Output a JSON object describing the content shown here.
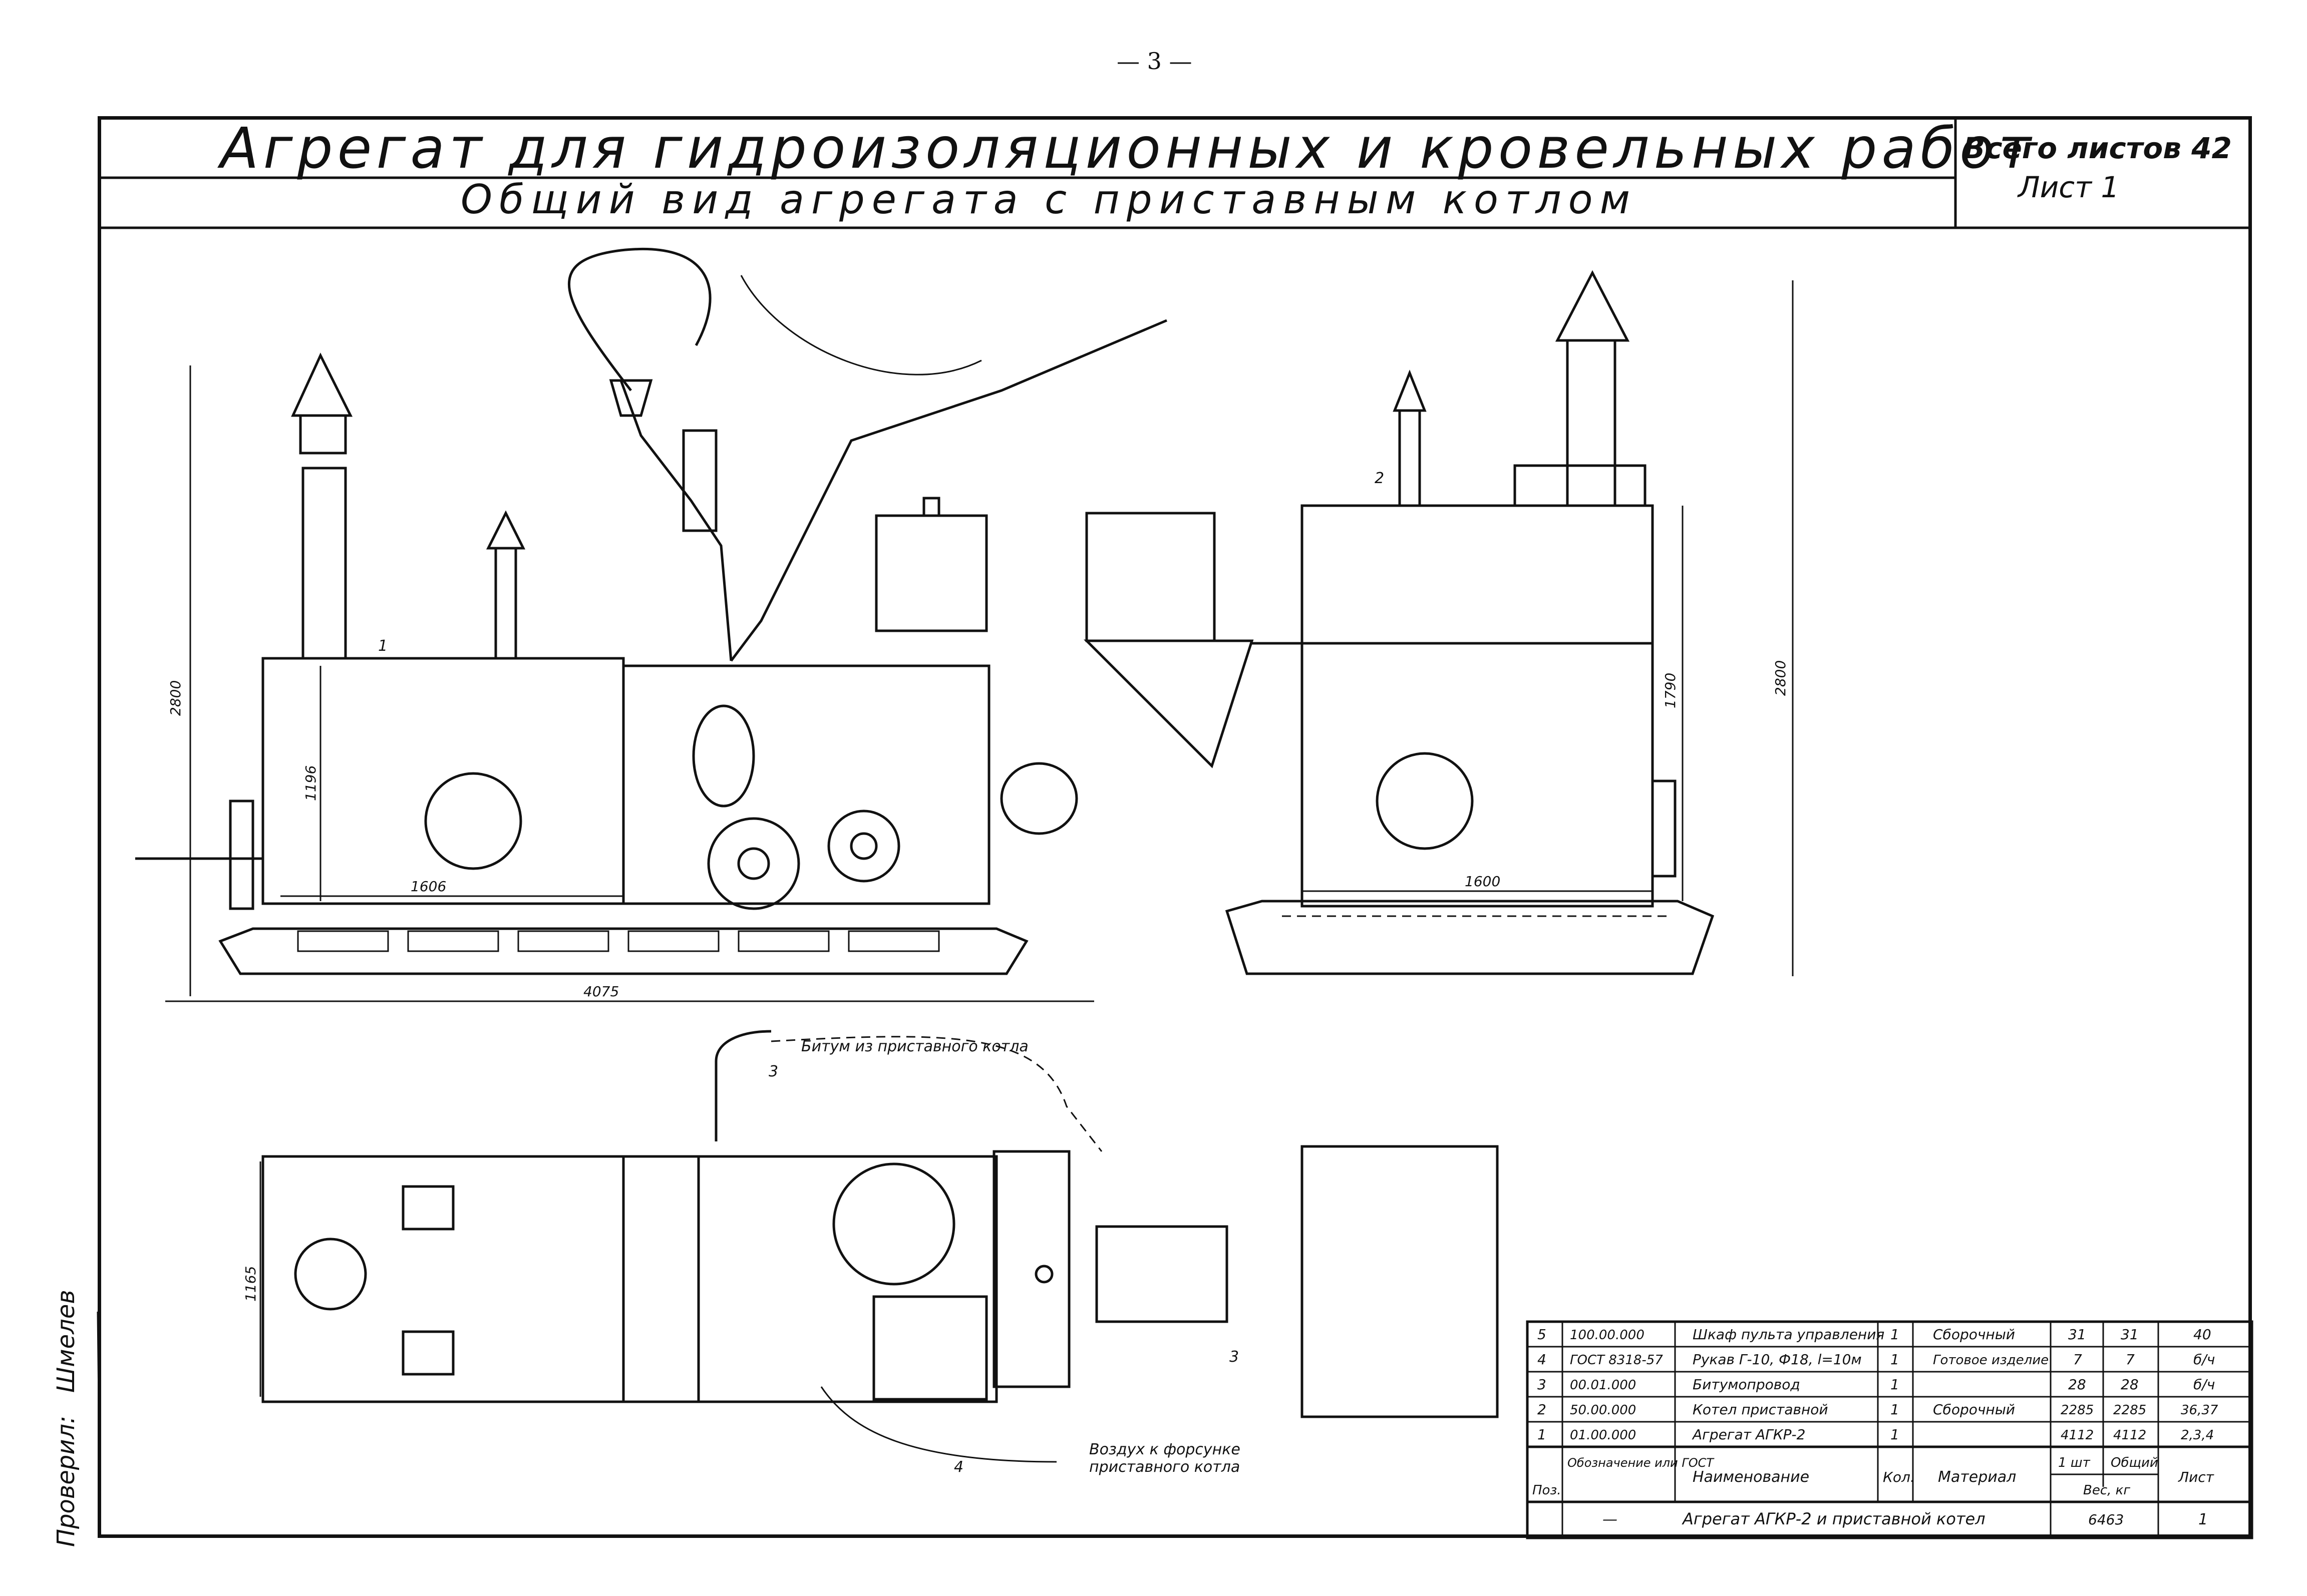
{
  "page_number": "— 3 —",
  "title_block": {
    "title": "Агрегат для гидроизоляционных и кровельных работ",
    "subtitle": "Общий вид агрегата с приставным котлом",
    "sheets_total": "Всего листов 42",
    "sheet": "Лист 1"
  },
  "checker": {
    "label": "Проверил:",
    "signature": "Шмелев"
  },
  "dimensions": {
    "side_height": "2800",
    "side_length": "4075",
    "tank_height": "1196",
    "tank_length": "1606",
    "end_height": "2800",
    "end_tank_height": "1790",
    "end_width": "1600",
    "plan_width": "1165"
  },
  "callouts": {
    "pos1": "1",
    "pos2": "2",
    "pos3a": "3",
    "pos3b": "3",
    "pos4": "4",
    "bitumen_note": "Битум из приставного котла",
    "air_note_line1": "Воздух к форсунке",
    "air_note_line2": "приставного котла"
  },
  "parts_table": {
    "headers": {
      "pos": "Поз.",
      "designation": "Обозначение или ГОСТ",
      "name": "Наименование",
      "qty": "Кол.",
      "material": "Материал",
      "weight_unit": "1 шт",
      "weight_total": "Общий",
      "weight_label": "Вес, кг",
      "sheet": "Лист"
    },
    "rows": [
      {
        "pos": "5",
        "designation": "100.00.000",
        "name": "Шкаф пульта управления",
        "qty": "1",
        "material": "Сборочный",
        "w1": "31",
        "w2": "31",
        "sheet": "40"
      },
      {
        "pos": "4",
        "designation": "ГОСТ 8318-57",
        "name": "Рукав Г-10, Ф18, l=10м",
        "qty": "1",
        "material": "Готовое изделие",
        "w1": "7",
        "w2": "7",
        "sheet": "б/ч"
      },
      {
        "pos": "3",
        "designation": "00.01.000",
        "name": "Битумопровод",
        "qty": "1",
        "material": "",
        "w1": "28",
        "w2": "28",
        "sheet": "б/ч"
      },
      {
        "pos": "2",
        "designation": "50.00.000",
        "name": "Котел приставной",
        "qty": "1",
        "material": "Сборочный",
        "w1": "2285",
        "w2": "2285",
        "sheet": "36,37"
      },
      {
        "pos": "1",
        "designation": "01.00.000",
        "name": "Агрегат АГКР-2",
        "qty": "1",
        "material": "",
        "w1": "4112",
        "w2": "4112",
        "sheet": "2,3,4"
      }
    ],
    "footer": {
      "designation": "—",
      "name": "Агрегат АГКР-2 и приставной котел",
      "weight": "6463",
      "sheet": "1"
    }
  }
}
